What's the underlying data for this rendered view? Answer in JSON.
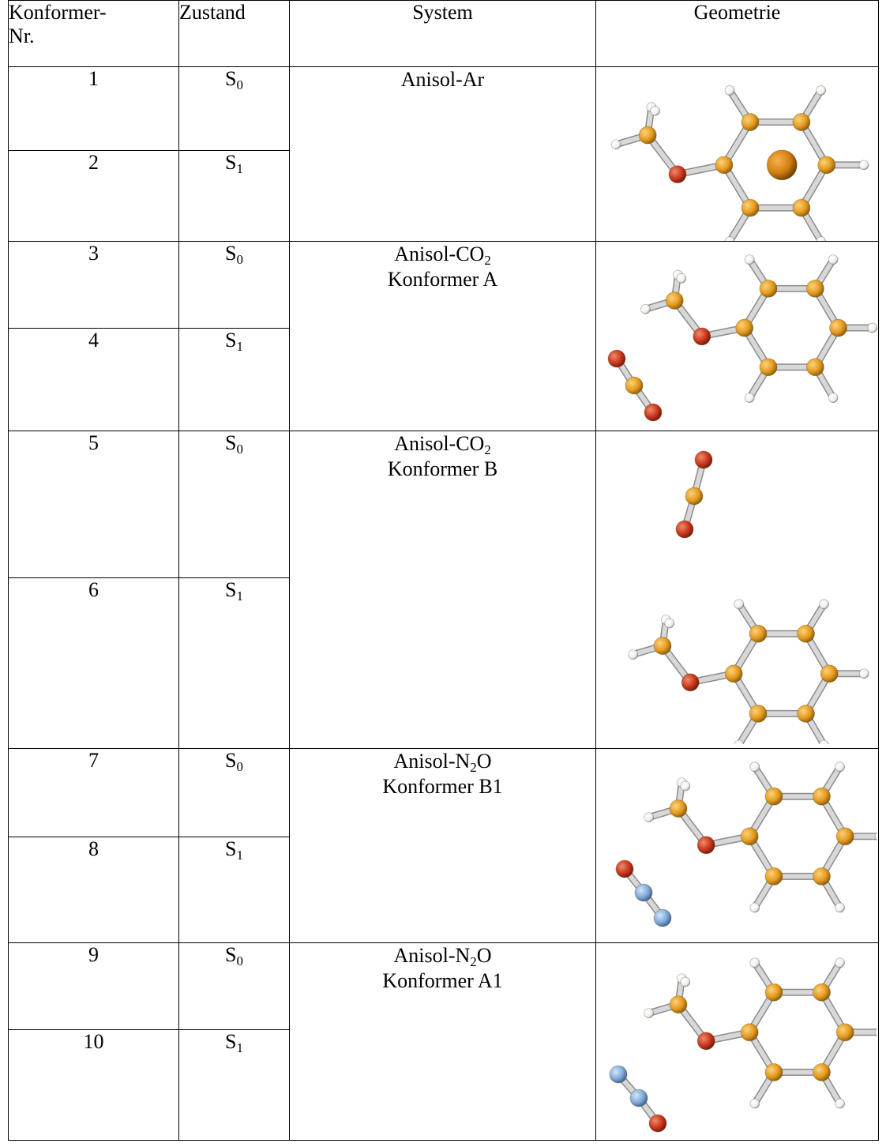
{
  "headers": {
    "col1": "Konformer-\nNr.",
    "col1_line1": "Konformer-",
    "col1_line2": "Nr.",
    "col2": "Zustand",
    "col3": "System",
    "col4": "Geometrie"
  },
  "rows": [
    {
      "num": "1",
      "state_base": "S",
      "state_sub": "0"
    },
    {
      "num": "2",
      "state_base": "S",
      "state_sub": "1"
    },
    {
      "num": "3",
      "state_base": "S",
      "state_sub": "0"
    },
    {
      "num": "4",
      "state_base": "S",
      "state_sub": "1"
    },
    {
      "num": "5",
      "state_base": "S",
      "state_sub": "0"
    },
    {
      "num": "6",
      "state_base": "S",
      "state_sub": "1"
    },
    {
      "num": "7",
      "state_base": "S",
      "state_sub": "0"
    },
    {
      "num": "8",
      "state_base": "S",
      "state_sub": "1"
    },
    {
      "num": "9",
      "state_base": "S",
      "state_sub": "0"
    },
    {
      "num": "10",
      "state_base": "S",
      "state_sub": "1"
    }
  ],
  "systems": [
    {
      "line1_pre": "Anisol-Ar",
      "line1_sub": "",
      "line1_post": "",
      "line2": ""
    },
    {
      "line1_pre": "Anisol-CO",
      "line1_sub": "2",
      "line1_post": "",
      "line2": "Konformer A"
    },
    {
      "line1_pre": "Anisol-CO",
      "line1_sub": "2",
      "line1_post": "",
      "line2": "Konformer B"
    },
    {
      "line1_pre": "Anisol-N",
      "line1_sub": "2",
      "line1_post": "O",
      "line2": "Konformer B1"
    },
    {
      "line1_pre": "Anisol-N",
      "line1_sub": "2",
      "line1_post": "O",
      "line2": "Konformer A1"
    }
  ],
  "colors": {
    "carbon": "#e39a1f",
    "oxygen": "#c8361c",
    "nitrogen": "#7fa8d8",
    "hydrogen": "#eeeeee",
    "argon": "#d27f12",
    "bond": "#d8d8d8"
  },
  "molecules": [
    {
      "icon": "anisole-argon-molecule-icon",
      "dimer": "argon"
    },
    {
      "icon": "anisole-co2-conformer-a-icon",
      "dimer": "co2-bottom-left"
    },
    {
      "icon": "anisole-co2-conformer-b-icon",
      "dimer": "co2-top"
    },
    {
      "icon": "anisole-n2o-conformer-b1-icon",
      "dimer": "n2o-bottom-left"
    },
    {
      "icon": "anisole-n2o-conformer-a1-icon",
      "dimer": "n2o-bottom-left-alt"
    }
  ]
}
